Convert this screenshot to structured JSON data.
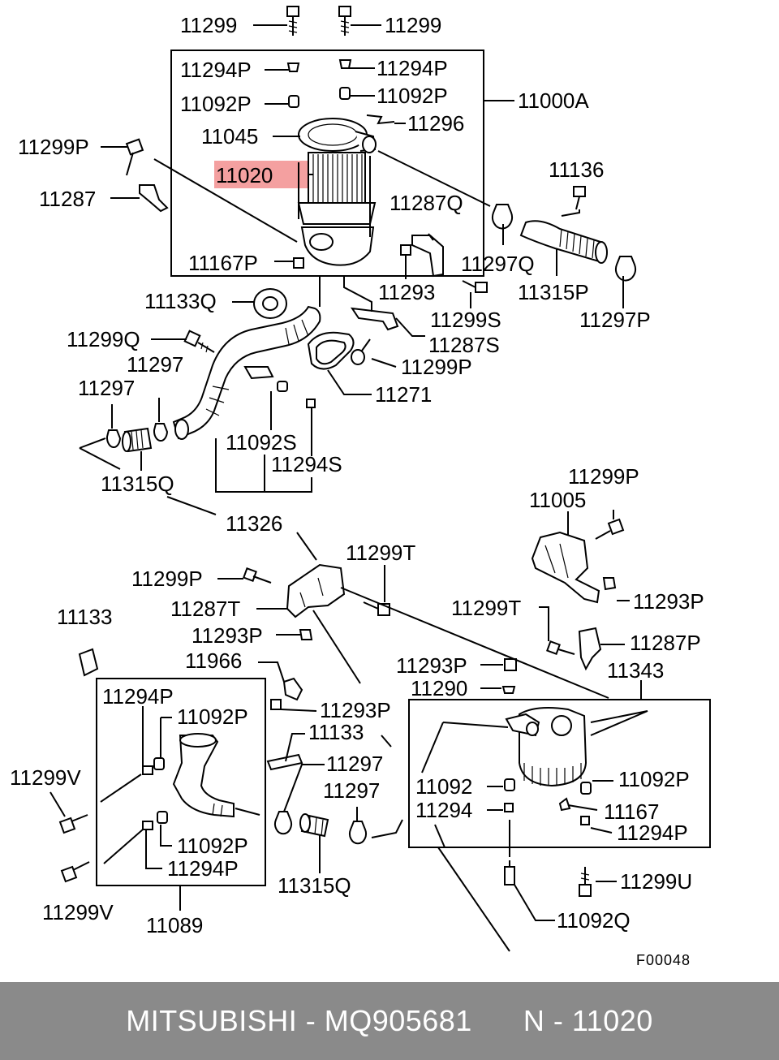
{
  "labels": {
    "p11299_a": "11299",
    "p11299_b": "11299",
    "p11294P_a": "11294P",
    "p11294P_b": "11294P",
    "p11092P_a": "11092P",
    "p11092P_b": "11092P",
    "p11000A": "11000A",
    "p11296": "11296",
    "p11045": "11045",
    "p11299P_a": "11299P",
    "p11020": "11020",
    "p11136": "11136",
    "p11287": "11287",
    "p11287Q": "11287Q",
    "p11297Q": "11297Q",
    "p11167P_a": "11167P",
    "p11293": "11293",
    "p11315P": "11315P",
    "p11133Q": "11133Q",
    "p11299S": "11299S",
    "p11297P": "11297P",
    "p11287S": "11287S",
    "p11299Q": "11299Q",
    "p11299P_b": "11299P",
    "p11297_a": "11297",
    "p11297_b": "11297",
    "p11271": "11271",
    "p11092S": "11092S",
    "p11294S": "11294S",
    "p11315Q_a": "11315Q",
    "p11326": "11326",
    "p11299P_c": "11299P",
    "p11005": "11005",
    "p11299T_a": "11299T",
    "p11299P_d": "11299P",
    "p11293P_a": "11293P",
    "p11287T": "11287T",
    "p11299T_b": "11299T",
    "p11133": "11133",
    "p11293P_b": "11293P",
    "p11287P": "11287P",
    "p11966": "11966",
    "p11293P_c": "11293P",
    "p11343": "11343",
    "p11294P_c": "11294P",
    "p11290": "11290",
    "p11092P_c": "11092P",
    "p11293P_d": "11293P",
    "p11133_b": "11133",
    "p11299V_a": "11299V",
    "p11297_c": "11297",
    "p11297_d": "11297",
    "p11092": "11092",
    "p11092P_d": "11092P",
    "p11294": "11294",
    "p11167": "11167",
    "p11092P_e": "11092P",
    "p11294P_d": "11294P",
    "p11294P_e": "11294P",
    "p11315Q_b": "11315Q",
    "p11299U": "11299U",
    "p11299V_b": "11299V",
    "p11092Q": "11092Q",
    "p11089": "11089"
  },
  "figure_code": "F00048",
  "highlight_color": "#f4a0a0",
  "footer": {
    "text": "MITSUBISHI - MQ905681      N - 11020",
    "background": "#8a8a8a"
  }
}
